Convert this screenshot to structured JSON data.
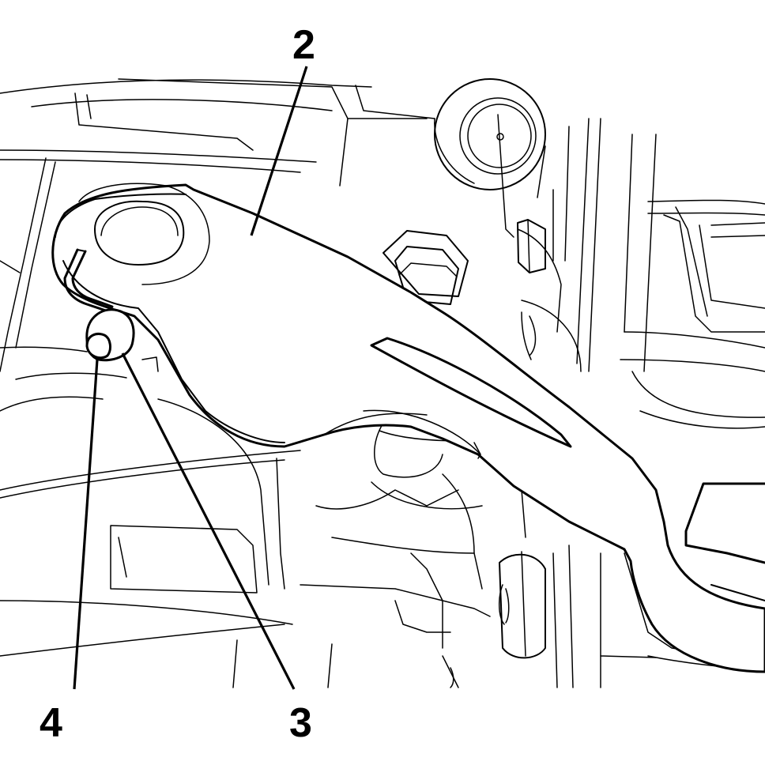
{
  "callouts": [
    {
      "label": "2"
    },
    {
      "label": "3"
    },
    {
      "label": "4"
    }
  ]
}
